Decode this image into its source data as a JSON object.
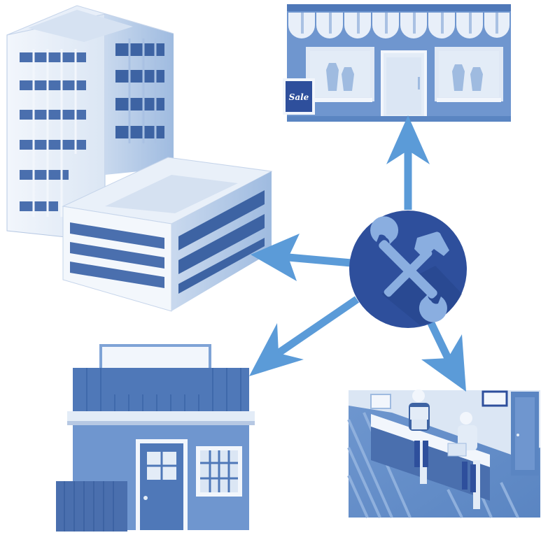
{
  "diagram": {
    "hub": {
      "icon": "wrench-and-hammer-icon",
      "color": "#2e4f9c"
    },
    "arrow_color": "#5b9bd8",
    "nodes": [
      {
        "id": "office-building",
        "icon": "office-building-icon"
      },
      {
        "id": "retail-store",
        "icon": "storefront-icon",
        "sign_text": "Sale"
      },
      {
        "id": "small-shop",
        "icon": "small-shop-icon"
      },
      {
        "id": "service-counter",
        "icon": "service-counter-icon"
      }
    ]
  }
}
